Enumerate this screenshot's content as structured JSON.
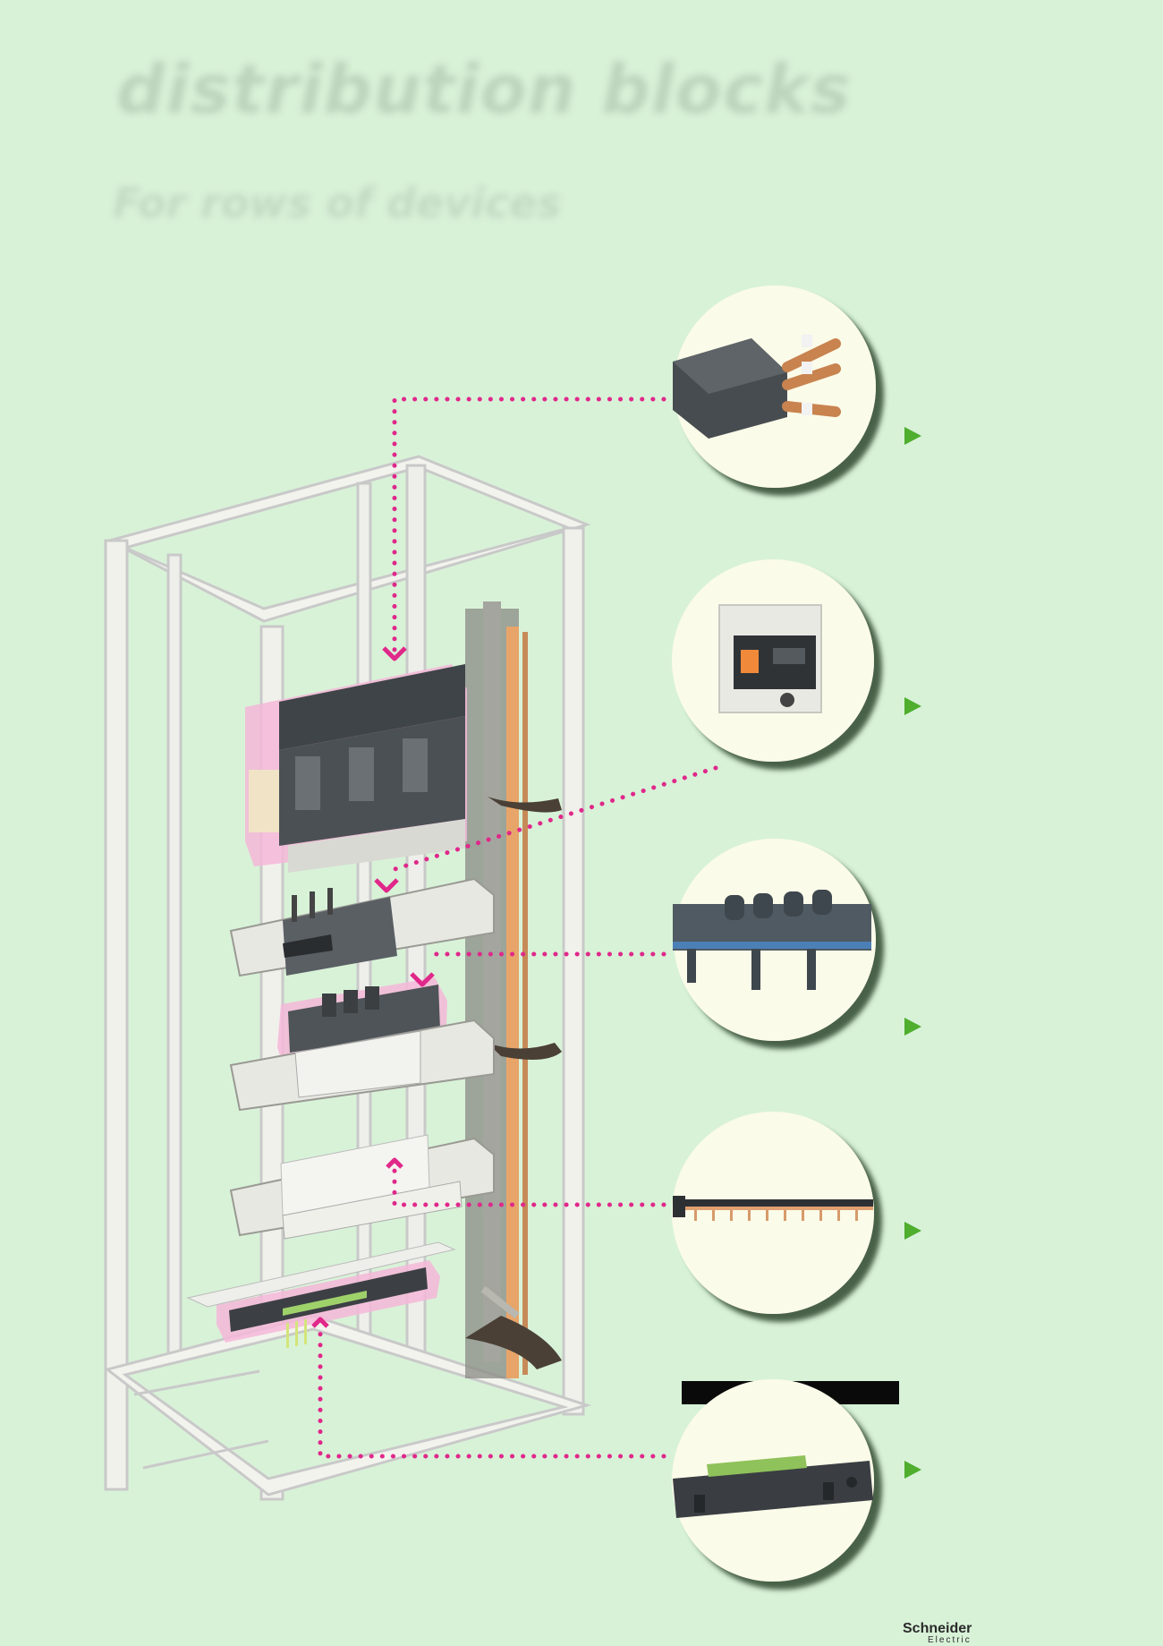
{
  "header": {
    "title": "distribution blocks",
    "subtitle": "For rows of devices"
  },
  "logo": {
    "brand": "Schneider",
    "sub": "Electric"
  },
  "colors": {
    "background": "#d8f2d8",
    "leader_line": "#e0288a",
    "arrow": "#4fae2e",
    "circle_fill": "#fbfbe9",
    "highlight": "#f5b7d8"
  },
  "callouts": [
    {
      "name": "busbar-connector",
      "icon": "busbar-connector-icon"
    },
    {
      "name": "circuit-breaker",
      "icon": "circuit-breaker-icon"
    },
    {
      "name": "comb-busbar",
      "icon": "comb-busbar-icon"
    },
    {
      "name": "modular-comb-busbar",
      "icon": "modular-comb-icon"
    },
    {
      "name": "distribution-block",
      "icon": "distribution-block-icon"
    }
  ]
}
